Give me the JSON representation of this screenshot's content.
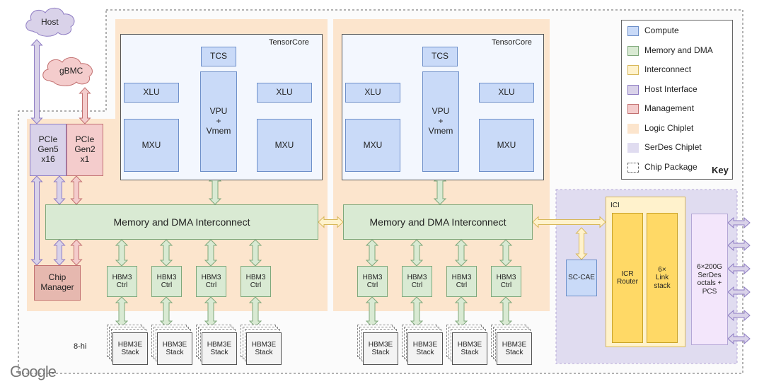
{
  "key": {
    "title": "Key",
    "items": [
      {
        "label": "Compute",
        "color": "#c9daf8",
        "border": "#6d8fc9",
        "dashed": false
      },
      {
        "label": "Memory and DMA",
        "color": "#d9ead3",
        "border": "#7fa87b",
        "dashed": false
      },
      {
        "label": "Interconnect",
        "color": "#fff2cc",
        "border": "#d8b85a",
        "dashed": false
      },
      {
        "label": "Host Interface",
        "color": "#d9d2e9",
        "border": "#8e7cc3",
        "dashed": false
      },
      {
        "label": "Management",
        "color": "#f4cccc",
        "border": "#c27070",
        "dashed": false
      },
      {
        "label": "Logic Chiplet",
        "color": "#fce5cd",
        "border": "#fce5cd",
        "dashed": false
      },
      {
        "label": "SerDes Chiplet",
        "color": "#e0dcf0",
        "border": "#e0dcf0",
        "dashed": false
      },
      {
        "label": "Chip Package",
        "color": "#ffffff",
        "border": "#666666",
        "dashed": true
      }
    ]
  },
  "host": {
    "label": "Host"
  },
  "gbmc": {
    "label": "gBMC"
  },
  "pcie_gen5": {
    "label": "PCIe\nGen5\nx16"
  },
  "pcie_gen2": {
    "label": "PCIe\nGen2\nx1"
  },
  "chip_manager": {
    "label": "Chip\nManager"
  },
  "tensorcore": {
    "title": "TensorCore",
    "tcs": "TCS",
    "xlu": "XLU",
    "mxu": "MXU",
    "vpu": "VPU\n+\nVmem"
  },
  "interconnect_label": "Memory and DMA Interconnect",
  "hbm_ctrl": "HBM3\nCtrl",
  "hbm_stack": "HBM3E\nStack",
  "hbm_height": "8-hi",
  "ici": {
    "title": "ICI",
    "router": "ICR\nRouter",
    "link": "6×\nLink\nstack"
  },
  "sc_cae": "SC-CAE",
  "serdes": "6×200G\nSerDes\noctals +\nPCS",
  "brand": "Google"
}
